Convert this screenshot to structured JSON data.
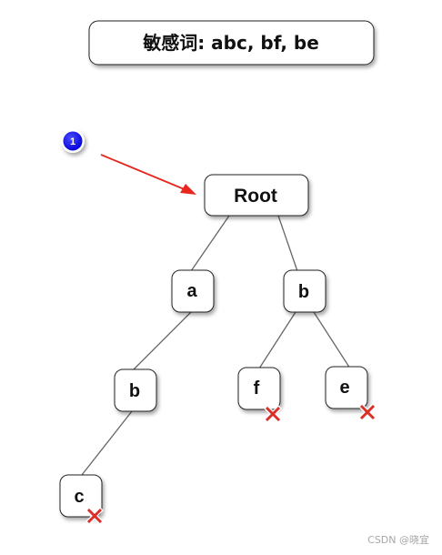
{
  "title": "敏感词: abc, bf, be",
  "step_badge": "1",
  "tree": {
    "root": "Root",
    "nodes": {
      "a": "a",
      "b_top": "b",
      "b_mid": "b",
      "c": "c",
      "f": "f",
      "e": "e"
    },
    "end_markers": [
      "c",
      "f",
      "e"
    ]
  },
  "colors": {
    "badge": "#0a0af0",
    "arrow": "#e8261e",
    "end_marker": "#d9302a",
    "edge": "#666666"
  },
  "icons": {
    "end_marker": "x-mark-icon",
    "pointer": "red-arrow-icon"
  },
  "watermark": "CSDN @晓宜"
}
